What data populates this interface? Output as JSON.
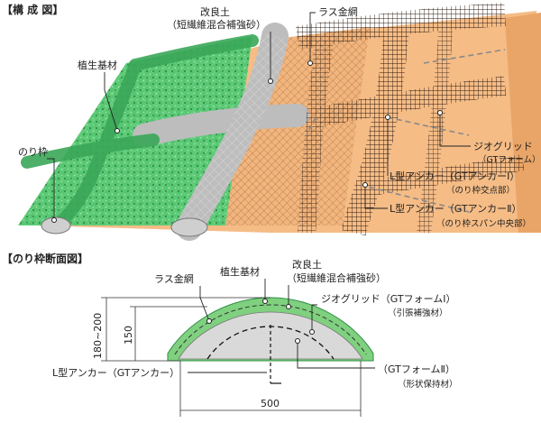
{
  "sections": {
    "composition_title": "【構 成 図】",
    "cross_section_title": "【のり枠断面図】"
  },
  "composition": {
    "labels": {
      "vegetation_base": "植生基材",
      "frame": "のり枠",
      "improved_soil": "改良土",
      "improved_soil_sub": "（短繊維混合補強砂）",
      "lath_mesh": "ラス金網",
      "geogrid": "ジオグリッド",
      "geogrid_sub": "（GTフォーム）",
      "anchor1": "L型アンカー（GTアンカーⅠ）",
      "anchor1_sub": "（のり枠交点部）",
      "anchor2": "L型アンカー（GTアンカーⅡ）",
      "anchor2_sub": "（のり枠スパン中央部）"
    }
  },
  "cross_section": {
    "labels": {
      "lath_mesh": "ラス金網",
      "vegetation_base": "植生基材",
      "improved_soil": "改良土",
      "improved_soil_sub": "（短繊維混合補強砂）",
      "geogrid": "ジオグリッド（GTフォームⅠ）",
      "geogrid_sub": "（引張補強材）",
      "gt_form2": "（GTフォームⅡ）",
      "gt_form2_sub": "（形状保持材）",
      "anchor": "L型アンカー（GTアンカー）"
    },
    "dimensions": {
      "total_height": "180~200",
      "inner_height": "150",
      "width": "500"
    }
  },
  "colors": {
    "vegetation": "#4fc36a",
    "soil": "#f3b57a",
    "mortar": "#bdbdbd",
    "grid": "#2b1a10"
  }
}
